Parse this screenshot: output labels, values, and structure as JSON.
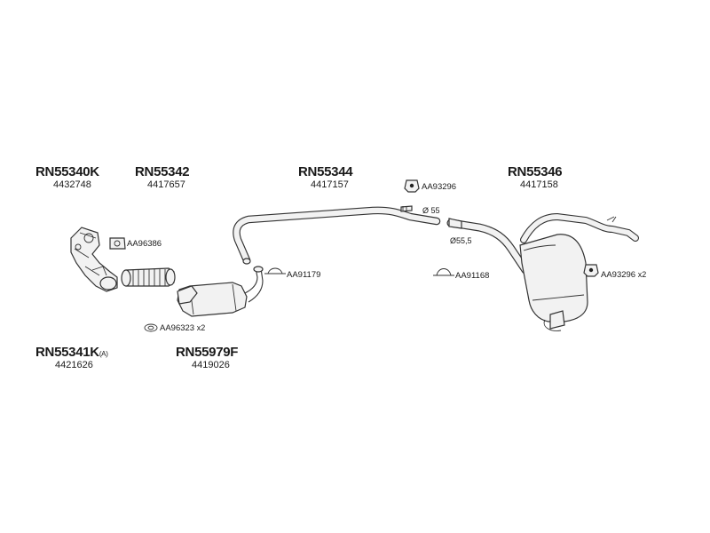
{
  "sections": [
    {
      "code": "RN55340K",
      "number": "4432748"
    },
    {
      "code": "RN55342",
      "number": "4417657"
    },
    {
      "code": "RN55344",
      "number": "4417157"
    },
    {
      "code": "RN55346",
      "number": "4417158"
    },
    {
      "code": "RN55341K",
      "suffix": "(A)",
      "number": "4421626"
    },
    {
      "code": "RN55979F",
      "number": "4419026"
    }
  ],
  "parts": {
    "aa93296_top": {
      "label": "AA93296"
    },
    "aa96386": {
      "label": "AA96386"
    },
    "aa91179": {
      "label": "AA91179"
    },
    "aa91168": {
      "label": "AA91168"
    },
    "aa93296_right": {
      "label": "AA93296",
      "qty": "x2"
    },
    "aa96323": {
      "label": "AA96323",
      "qty": "x2"
    }
  },
  "dimensions": {
    "d55": "Ø 55",
    "d555": "Ø55,5"
  },
  "icons": [
    "rubber-hanger-icon",
    "gasket-icon",
    "clamp-icon",
    "ring-gasket-icon"
  ],
  "colors": {
    "line": "#333333",
    "fill": "#f2f2f2",
    "text": "#1a1a1a"
  }
}
